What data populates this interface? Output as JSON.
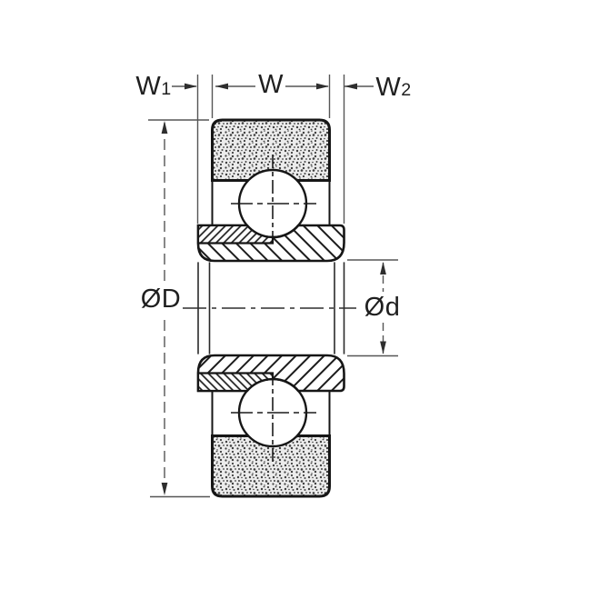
{
  "diagram": {
    "labels": {
      "w1": {
        "base": "W",
        "sub": "1"
      },
      "w": "W",
      "w2": {
        "base": "W",
        "sub": "2"
      },
      "outer_diameter": "ØD",
      "bore_diameter": "Ød"
    },
    "colors": {
      "background": "#ffffff",
      "part_outline": "#161616",
      "hatch_lines": "#1c1c1c",
      "dimension_lines": "#565656",
      "arrowheads": "#2e2e2e",
      "stipple_fill": "#ececec",
      "stipple_dots": "#3f3f3f",
      "label_text": "#1f1f1f"
    }
  }
}
